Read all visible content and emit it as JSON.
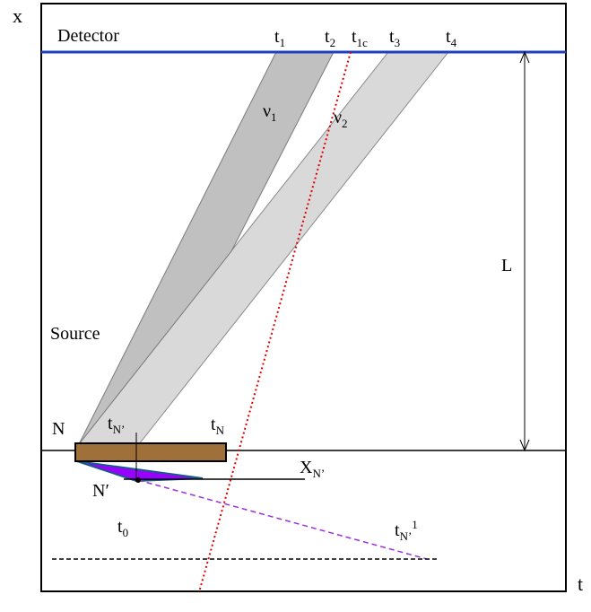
{
  "axes": {
    "x_label": "x",
    "t_label": "t"
  },
  "detector": {
    "label": "Detector",
    "color": "#1f3fbf"
  },
  "times": {
    "t1": {
      "base": "t",
      "sub": "1"
    },
    "t2": {
      "base": "t",
      "sub": "2"
    },
    "t1c": {
      "base": "t",
      "sub": "1c"
    },
    "t3": {
      "base": "t",
      "sub": "3"
    },
    "t4": {
      "base": "t",
      "sub": "4"
    }
  },
  "beams": {
    "nu1": {
      "base": "ν",
      "sub": "1",
      "color": "#c0c0c0"
    },
    "nu2": {
      "base": "ν",
      "sub": "2",
      "color": "#d9d9d9"
    }
  },
  "distance": {
    "label": "L"
  },
  "source": {
    "label": "Source",
    "color": "#a0703a"
  },
  "nodes": {
    "N": "N",
    "N_prime": "N′",
    "tN_prime": {
      "base": "t",
      "sub": "N’"
    },
    "tN": {
      "base": "t",
      "sub": "N"
    },
    "XN_prime": {
      "base": "X",
      "sub": "N’"
    },
    "t0": {
      "base": "t",
      "sub": "0"
    },
    "tN_prime_1": {
      "base": "t",
      "sub": "N’",
      "sup": "1"
    }
  },
  "colors": {
    "dotted_line": "#e00000",
    "dashed_purple": "#9b30e0",
    "purple_fill": "#9900ff"
  }
}
